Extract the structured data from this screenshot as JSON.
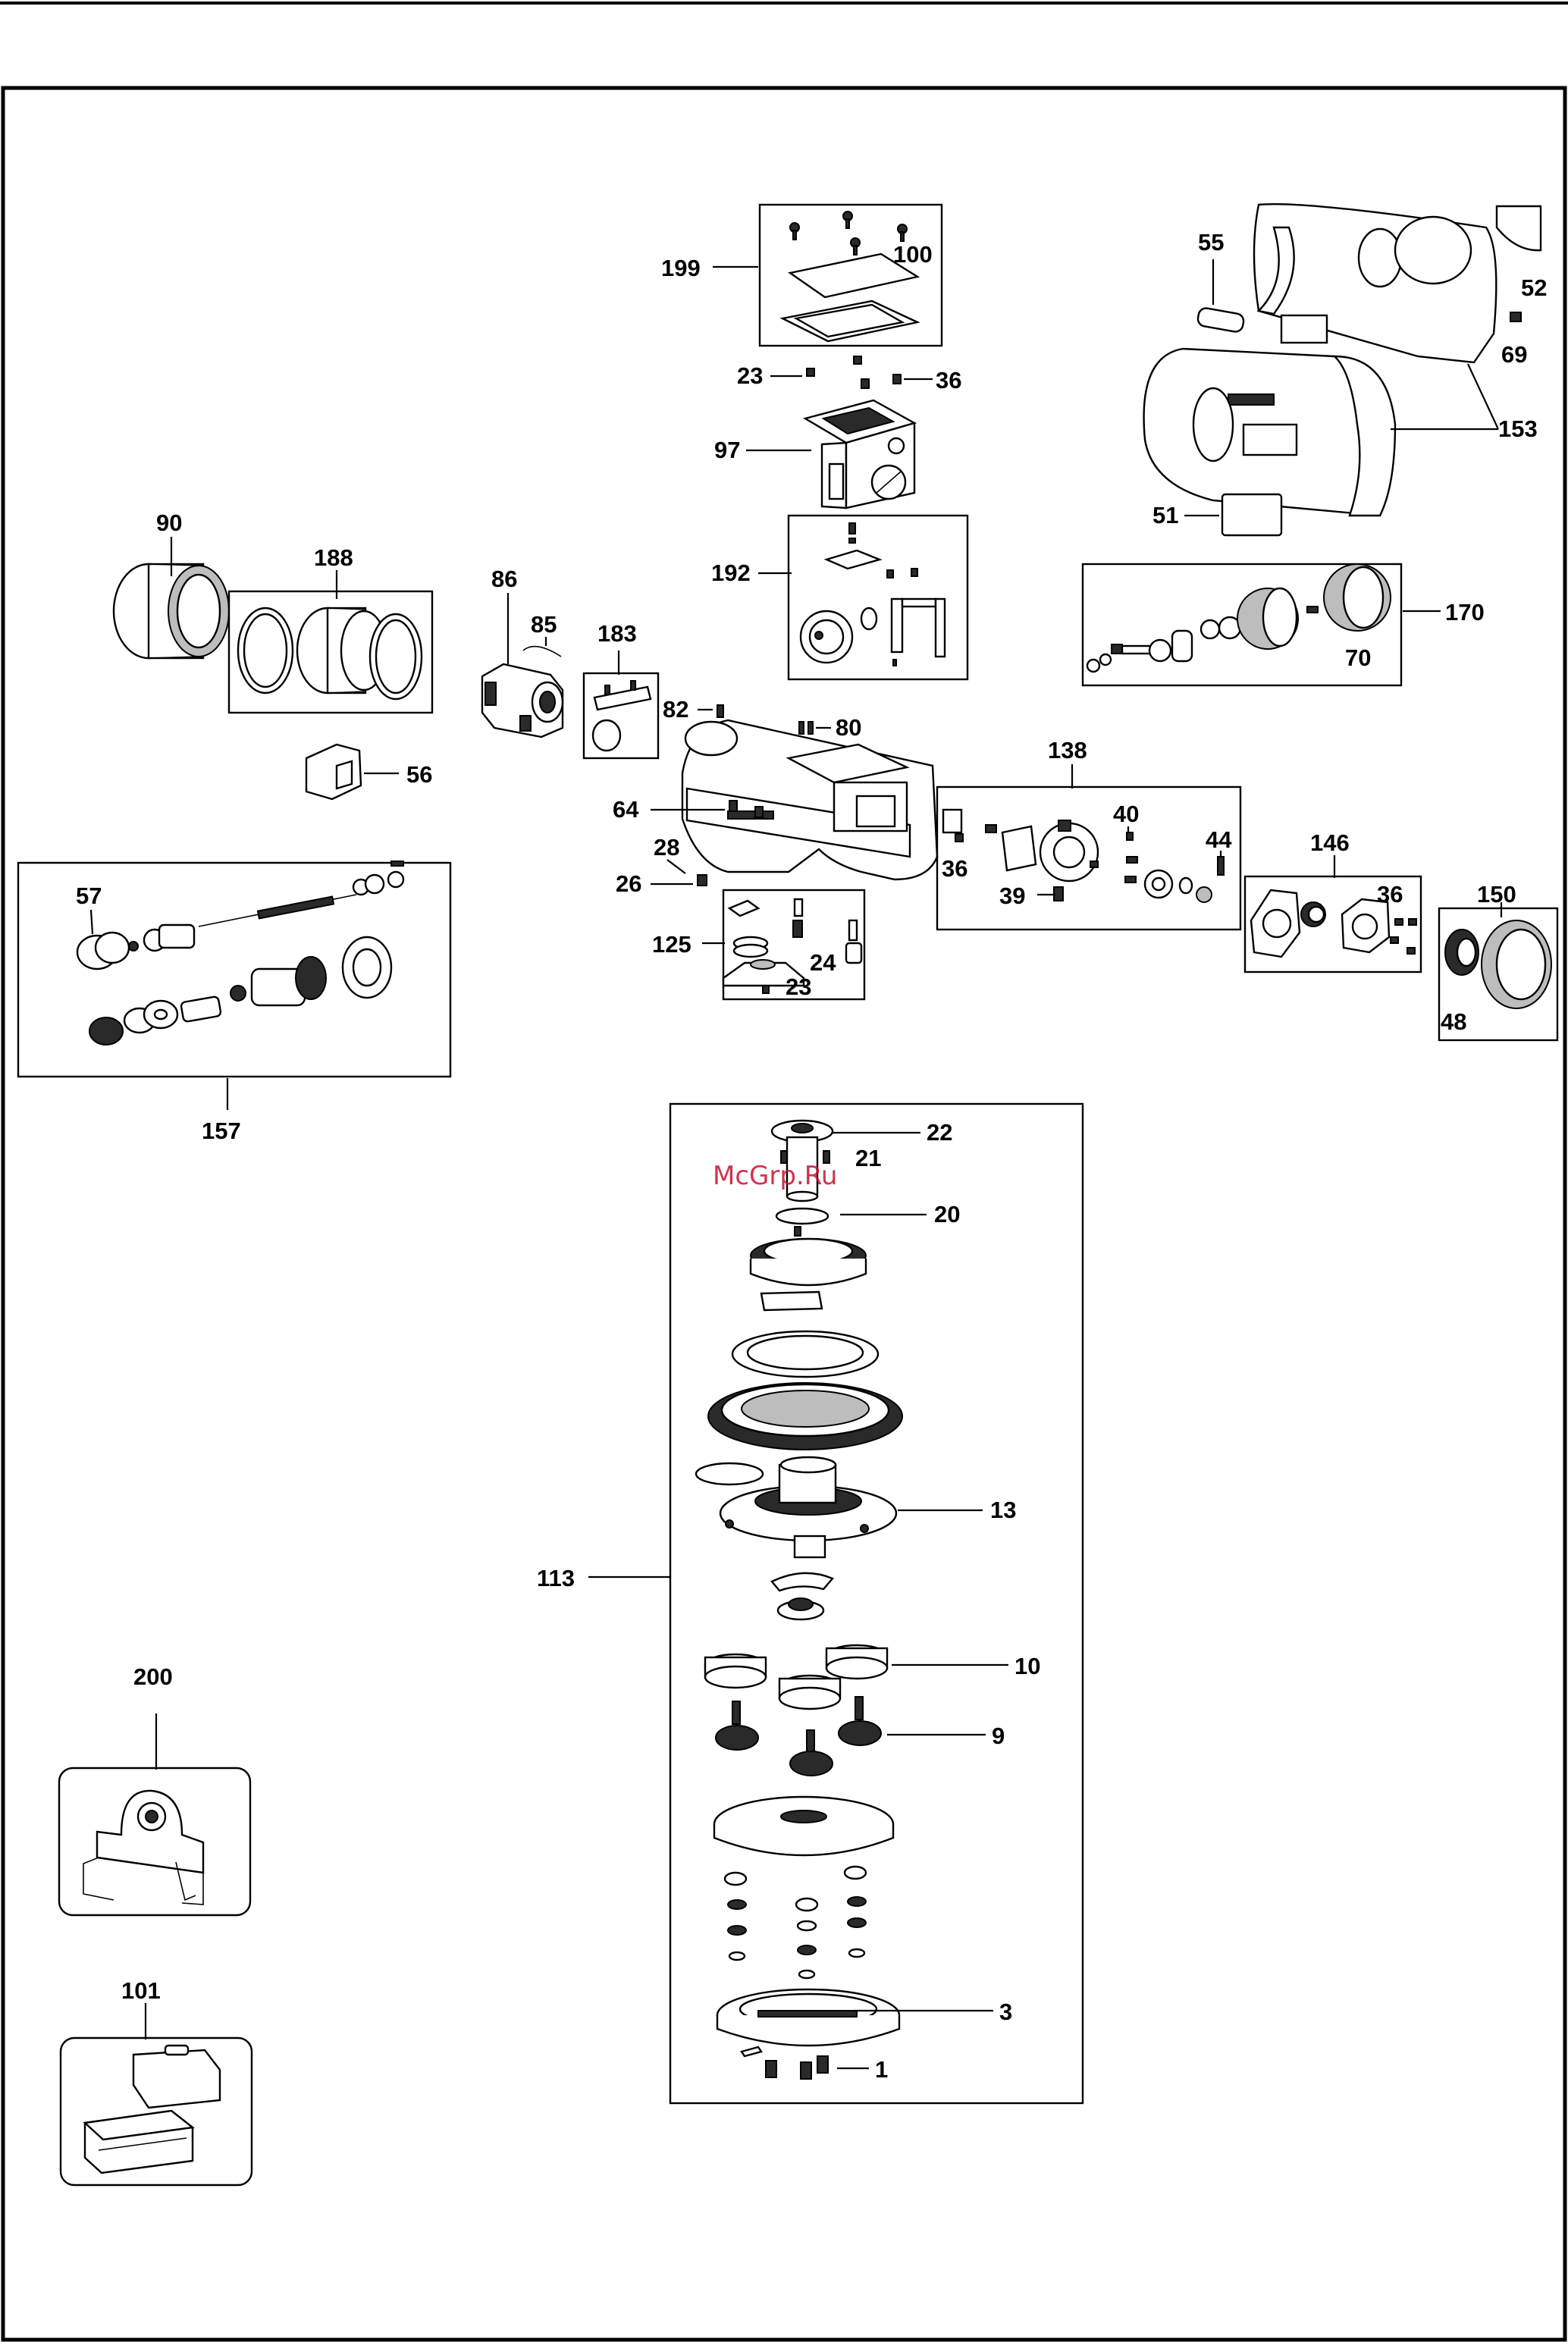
{
  "watermark": "McGrp.Ru",
  "labels": {
    "l199": "199",
    "l100": "100",
    "l23a": "23",
    "l36a": "36",
    "l97": "97",
    "l192": "192",
    "l55": "55",
    "l52": "52",
    "l69": "69",
    "l153": "153",
    "l51": "51",
    "l170": "170",
    "l70": "70",
    "l90": "90",
    "l188": "188",
    "l86": "86",
    "l85": "85",
    "l183": "183",
    "l82": "82",
    "l80": "80",
    "l56": "56",
    "l64": "64",
    "l28": "28",
    "l26": "26",
    "l125": "125",
    "l24": "24",
    "l23b": "23",
    "l138": "138",
    "l40": "40",
    "l44": "44",
    "l36b": "36",
    "l39": "39",
    "l146": "146",
    "l36c": "36",
    "l150": "150",
    "l48": "48",
    "l57": "57",
    "l157": "157",
    "l22": "22",
    "l21": "21",
    "l20": "20",
    "l13": "13",
    "l113": "113",
    "l10": "10",
    "l9": "9",
    "l3": "3",
    "l1": "1",
    "l200": "200",
    "l101": "101"
  }
}
